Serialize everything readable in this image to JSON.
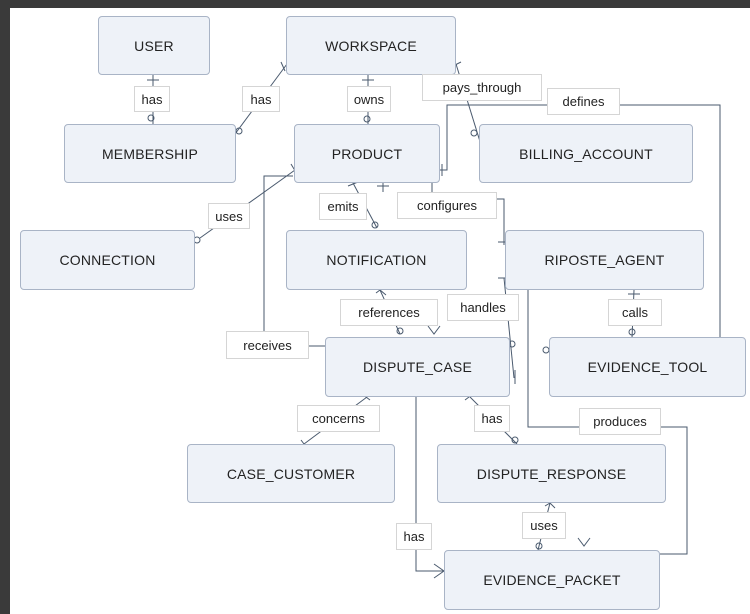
{
  "entities": {
    "user": "USER",
    "workspace": "WORKSPACE",
    "membership": "MEMBERSHIP",
    "product": "PRODUCT",
    "billing_account": "BILLING_ACCOUNT",
    "connection": "CONNECTION",
    "notification": "NOTIFICATION",
    "riposte_agent": "RIPOSTE_AGENT",
    "dispute_case": "DISPUTE_CASE",
    "evidence_tool": "EVIDENCE_TOOL",
    "case_customer": "CASE_CUSTOMER",
    "dispute_response": "DISPUTE_RESPONSE",
    "evidence_packet": "EVIDENCE_PACKET"
  },
  "relations": {
    "user_has": "has",
    "workspace_has": "has",
    "owns": "owns",
    "pays_through": "pays_through",
    "defines": "defines",
    "uses_connection": "uses",
    "emits": "emits",
    "configures": "configures",
    "references": "references",
    "handles": "handles",
    "calls": "calls",
    "receives": "receives",
    "concerns": "concerns",
    "case_has_response": "has",
    "produces": "produces",
    "uses_packet": "uses",
    "case_has_packet": "has"
  },
  "colors": {
    "entity_fill": "#eef2f8",
    "entity_border": "#a9b4c6",
    "edge": "#4a5a6e",
    "frame": "#3a3a3a"
  }
}
